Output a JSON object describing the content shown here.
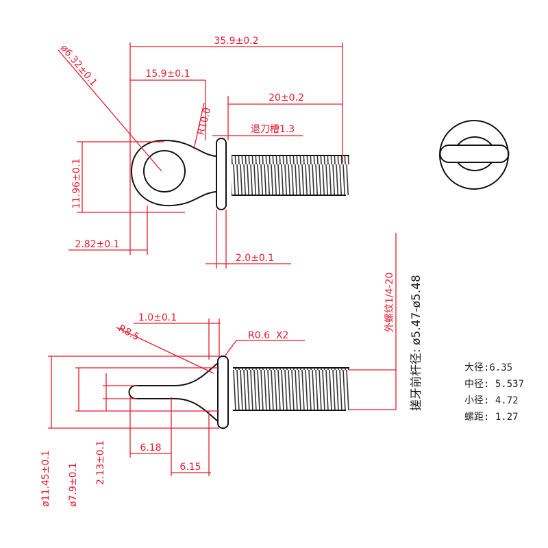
{
  "top_view": {
    "overall_length": "35.9±0.2",
    "hole_diameter": "ø6.32±0.1",
    "head_length": "15.9±0.1",
    "thread_length": "20±0.2",
    "radius": "R10.0",
    "relief_groove": "退刀槽1.3",
    "head_height": "11.96±0.1",
    "offset": "2.82±0.1",
    "flange_width": "2.0±0.1"
  },
  "bottom_view": {
    "flange_thickness": "1.0±0.1",
    "fork_radius": "R8.5",
    "fillet": "R0.6  X2",
    "flange_diameter": "ø11.45±0.1",
    "fork_diameter": "ø7.9±0.1",
    "slot_width": "2.13±0.1",
    "dim_a": "6.18",
    "dim_b": "6.15",
    "thread_spec": "外螺纹1/4-20",
    "blank_diameter": "搓牙前杆径: ø5.47-ø5.48"
  },
  "specs": [
    "大径:6.35",
    "中径: 5.537",
    "小径: 4.72",
    "螺距: 1.27"
  ],
  "colors": {
    "dimension": "#e8192c",
    "part": "#111111"
  }
}
